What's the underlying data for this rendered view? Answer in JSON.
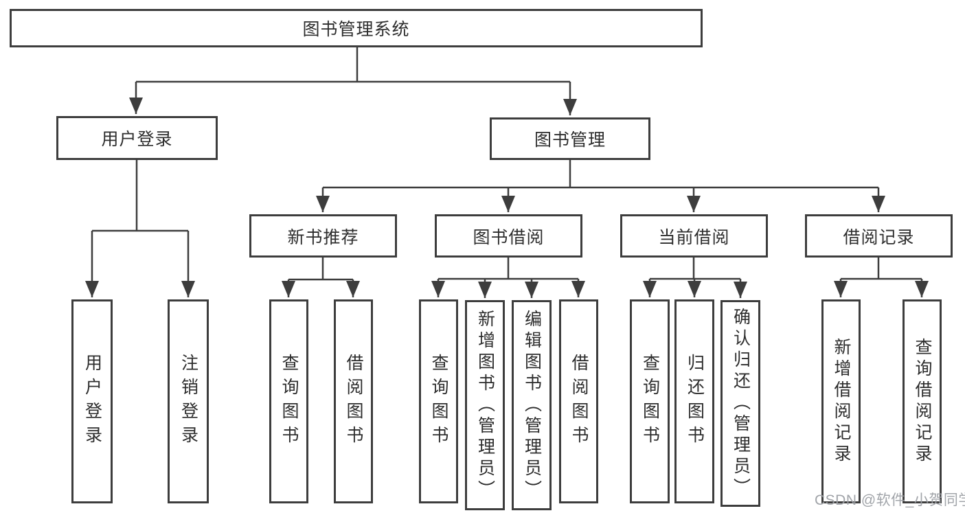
{
  "title": "图书管理系统",
  "branches": {
    "user_login": {
      "label": "用户登录",
      "children": [
        "用户登录",
        "注销登录"
      ]
    },
    "book_mgmt": {
      "label": "图书管理",
      "sections": {
        "new_books": {
          "label": "新书推荐",
          "children": [
            "查询图书",
            "借阅图书"
          ]
        },
        "borrowing": {
          "label": "图书借阅",
          "children": [
            "查询图书",
            "新增图书（管理员）",
            "编辑图书（管理员）",
            "借阅图书"
          ]
        },
        "current": {
          "label": "当前借阅",
          "children": [
            "查询图书",
            "归还图书",
            "确认归还（管理员）"
          ]
        },
        "records": {
          "label": "借阅记录",
          "children": [
            "新增借阅记录",
            "查询借阅记录"
          ]
        }
      }
    }
  },
  "watermark": "CSDN @软件_小贺同学",
  "colors": {
    "line": "#3d3d3d",
    "text": "#2d2d2d",
    "watermark": "#9ca0a5"
  }
}
